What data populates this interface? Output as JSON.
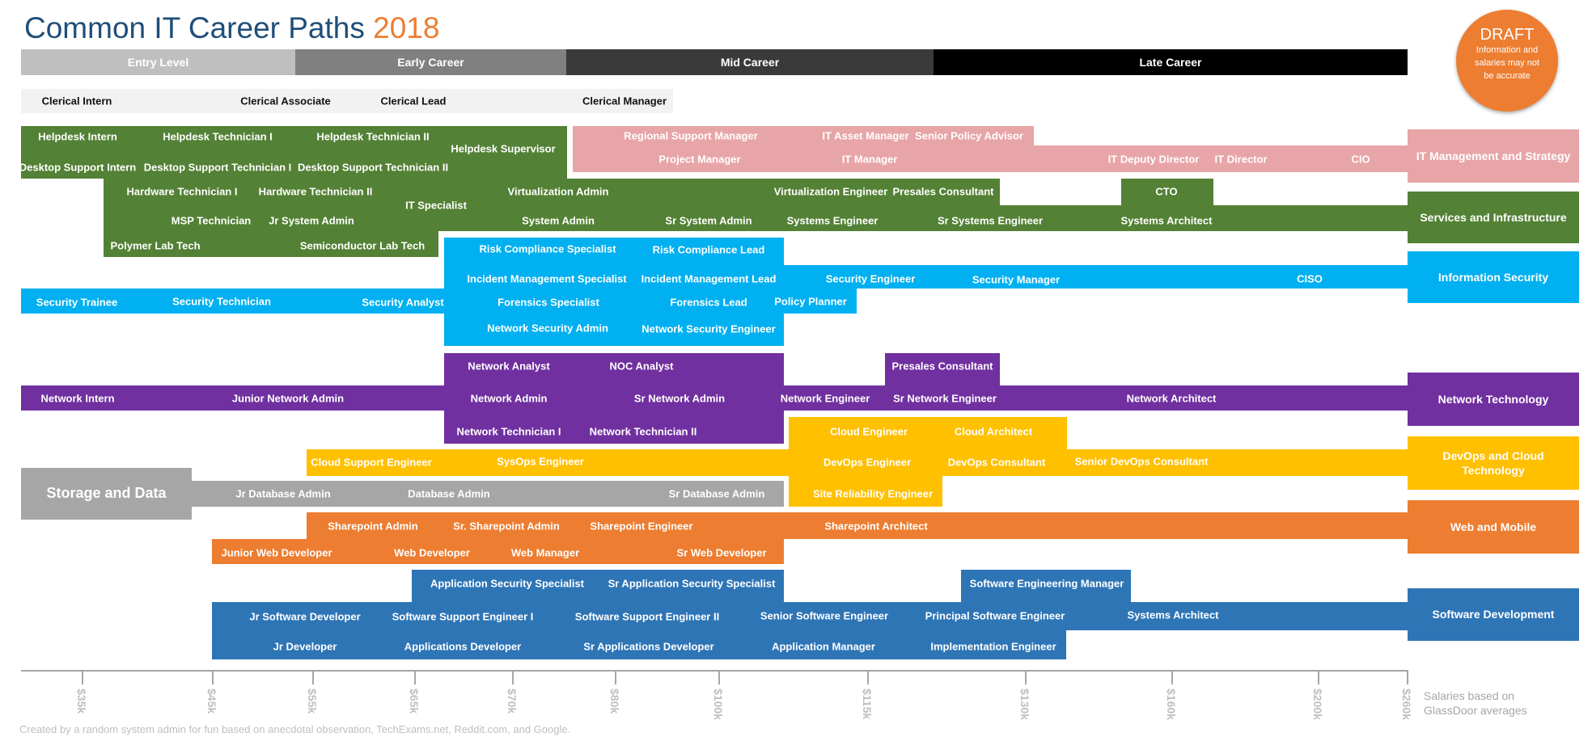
{
  "title": {
    "main": "Common IT Career Paths",
    "year": "2018"
  },
  "stages": [
    "Entry Level",
    "Early Career",
    "Mid Career",
    "Late Career"
  ],
  "tracks": {
    "it_mgmt": "IT Management and Strategy",
    "services": "Services and Infrastructure",
    "infosec": "Information Security",
    "network": "Network Technology",
    "devops": "DevOps and Cloud Technology",
    "storage": "Storage and Data",
    "web": "Web and Mobile",
    "software": "Software Development"
  },
  "jobs": {
    "clerical": [
      "Clerical Intern",
      "Clerical Associate",
      "Clerical Lead",
      "Clerical Manager"
    ],
    "helpdesk": [
      "Helpdesk Intern",
      "Helpdesk Technician I",
      "Helpdesk Technician II",
      "Helpdesk Supervisor",
      "Desktop Support Intern",
      "Desktop Support Technician I",
      "Desktop Support Technician II"
    ],
    "mgmt": [
      "Regional Support Manager",
      "IT Asset Manager",
      "Senior Policy Advisor",
      "Project Manager",
      "IT Manager",
      "IT Deputy Director",
      "IT Director",
      "CIO"
    ],
    "services": [
      "Hardware Technician I",
      "Hardware Technician II",
      "IT Specialist",
      "Virtualization Admin",
      "Virtualization Engineer",
      "Presales Consultant",
      "CTO",
      "MSP Technician",
      "Jr System Admin",
      "System Admin",
      "Sr System Admin",
      "Systems Engineer",
      "Sr Systems Engineer",
      "Systems Architect",
      "Polymer Lab Tech",
      "Semiconductor Lab Tech"
    ],
    "security": [
      "Risk Compliance Specialist",
      "Risk Compliance Lead",
      "Incident Management Specialist",
      "Incident Management Lead",
      "Security Engineer",
      "Security Manager",
      "CISO",
      "Security Trainee",
      "Security Technician",
      "Security Analyst",
      "Forensics Specialist",
      "Forensics Lead",
      "Policy Planner",
      "Network Security Admin",
      "Network Security Engineer"
    ],
    "network": [
      "Network Analyst",
      "NOC Analyst",
      "Presales Consultant",
      "Network Intern",
      "Junior Network Admin",
      "Network Admin",
      "Sr Network Admin",
      "Network Engineer",
      "Sr Network Engineer",
      "Network Architect",
      "Network Technician I",
      "Network Technician II"
    ],
    "devops": [
      "Cloud Engineer",
      "Cloud Architect",
      "Cloud Support Engineer",
      "SysOps Engineer",
      "DevOps Engineer",
      "DevOps Consultant",
      "Senior DevOps Consultant",
      "Site Reliability Engineer"
    ],
    "storage": [
      "Jr Database Admin",
      "Database Admin",
      "Sr Database Admin"
    ],
    "web": [
      "Sharepoint Admin",
      "Sr. Sharepoint Admin",
      "Sharepoint Engineer",
      "Sharepoint Architect",
      "Junior Web Developer",
      "Web Developer",
      "Web Manager",
      "Sr Web Developer"
    ],
    "software": [
      "Application Security Specialist",
      "Sr Application Security Specialist",
      "Software Engineering Manager",
      "Jr Software Developer",
      "Software Support Engineer I",
      "Software Support Engineer II",
      "Senior Software Engineer",
      "Principal Software Engineer",
      "Systems Architect",
      "Jr Developer",
      "Applications Developer",
      "Sr Applications Developer",
      "Application Manager",
      "Implementation Engineer"
    ]
  },
  "draft": {
    "title": "DRAFT",
    "note": "Information and salaries may not be accurate"
  },
  "axis": {
    "ticks": [
      "$35k",
      "$45k",
      "$55k",
      "$65k",
      "$70k",
      "$80k",
      "$100k",
      "$115k",
      "$130k",
      "$160k",
      "$200k",
      "$260k"
    ],
    "note": "Salaries based on GlassDoor averages"
  },
  "credit": "Created by a random system admin for fun based on anecdotal observation, TechExams.net, Reddit.com, and Google.",
  "colors": {
    "entry": "#bfbfbf",
    "early": "#808080",
    "mid": "#3a3a3a",
    "late": "#000000",
    "clerical": "#f2f2f2",
    "mgmt": "#e8a5a7",
    "services": "#538135",
    "security": "#00b0f0",
    "network": "#7030a0",
    "devops": "#ffc000",
    "storage": "#a6a6a6",
    "web": "#ed7d31",
    "software": "#2e75b6"
  }
}
